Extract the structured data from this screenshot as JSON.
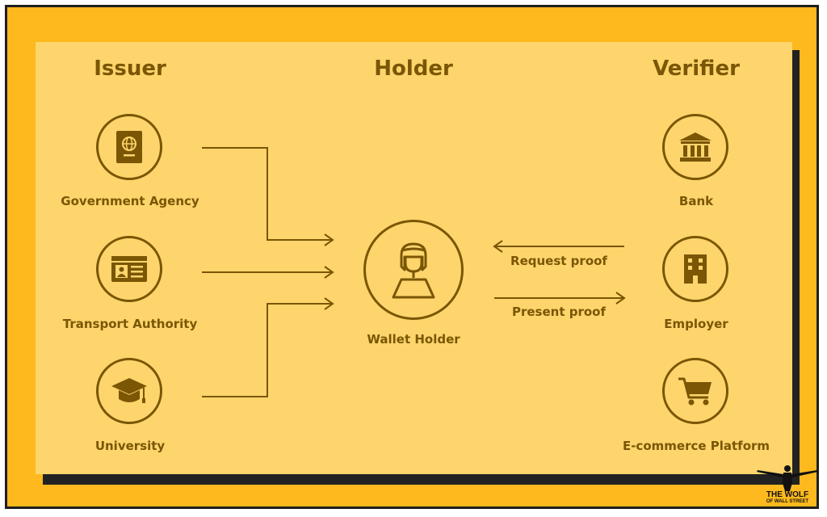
{
  "columns": {
    "issuer": "Issuer",
    "holder": "Holder",
    "verifier": "Verifier"
  },
  "issuers": [
    {
      "label": "Government Agency",
      "icon": "passport-icon"
    },
    {
      "label": "Transport Authority",
      "icon": "id-card-icon"
    },
    {
      "label": "University",
      "icon": "graduation-cap-icon"
    }
  ],
  "holder": {
    "label": "Wallet Holder",
    "icon": "person-icon"
  },
  "verifiers": [
    {
      "label": "Bank",
      "icon": "bank-icon"
    },
    {
      "label": "Employer",
      "icon": "office-building-icon"
    },
    {
      "label": "E-commerce Platform",
      "icon": "shopping-cart-icon"
    }
  ],
  "flows": {
    "request": "Request proof",
    "present": "Present proof"
  },
  "logo": {
    "line1": "THE WOLF",
    "line2": "OF WALL STREET"
  },
  "colors": {
    "frame": "#fdb91d",
    "panel": "#fdd56c",
    "ink": "#7a5605",
    "shadow": "#222222"
  }
}
